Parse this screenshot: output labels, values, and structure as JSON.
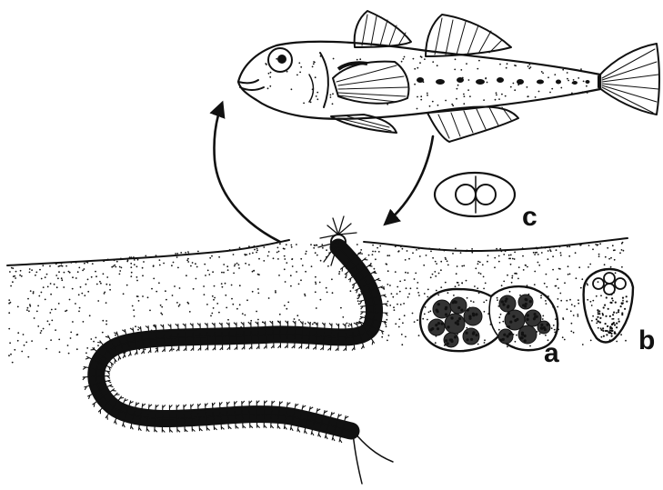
{
  "labels": {
    "a": "a",
    "b": "b",
    "c": "c"
  },
  "colors": {
    "ink": "#111111",
    "background": "#ffffff"
  }
}
